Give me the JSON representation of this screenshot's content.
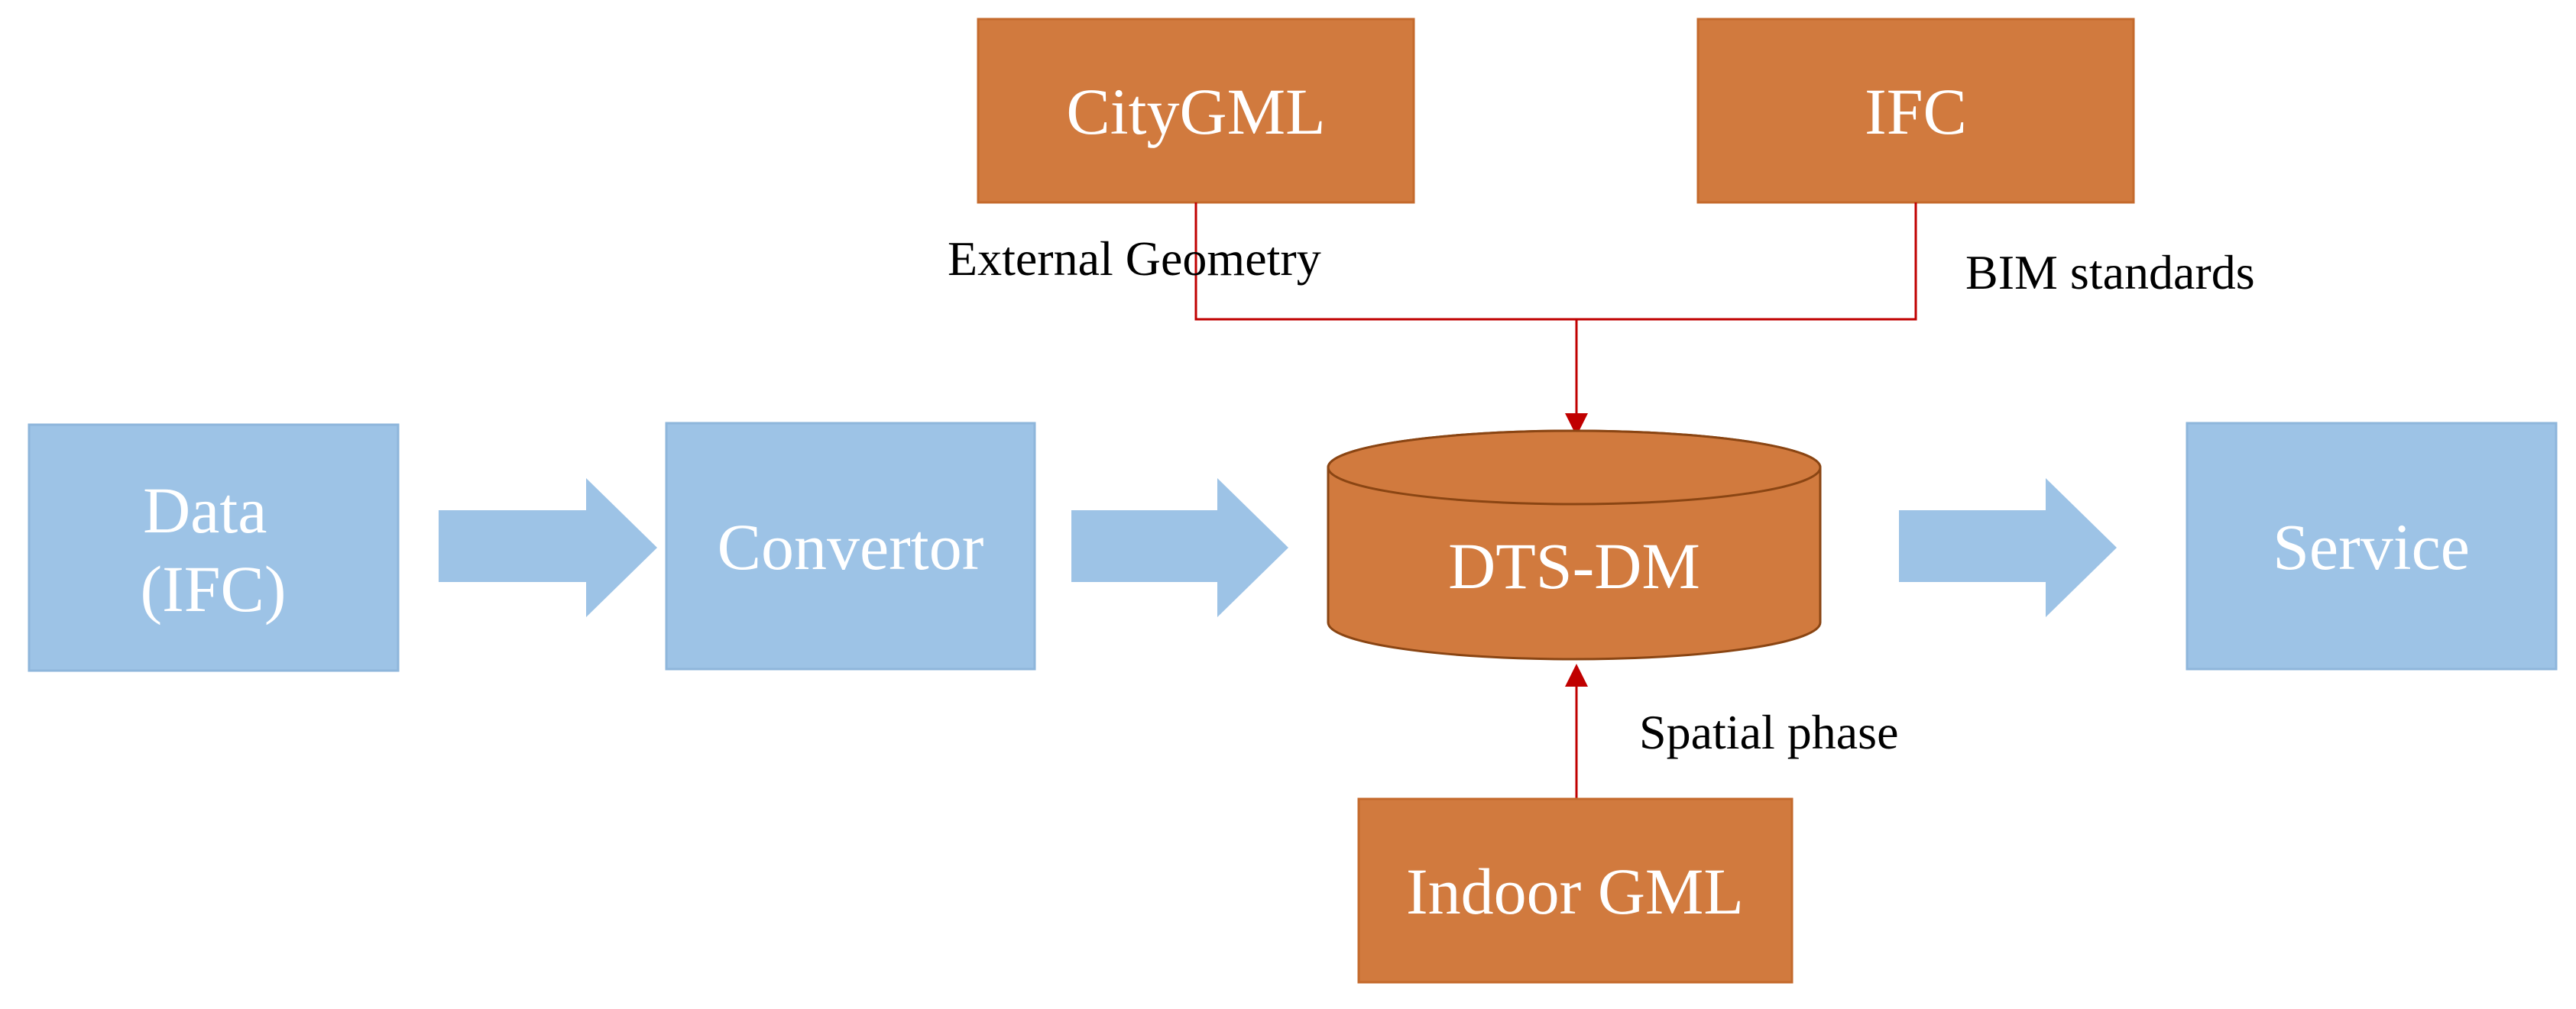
{
  "nodes": {
    "data": {
      "line1": "Data",
      "line2": "(IFC)"
    },
    "convertor": {
      "label": "Convertor"
    },
    "dts_dm": {
      "label": "DTS-DM"
    },
    "service": {
      "label": "Service"
    },
    "citygml": {
      "label": "CityGML"
    },
    "ifc": {
      "label": "IFC"
    },
    "indoor_gml": {
      "label": "Indoor GML"
    }
  },
  "edge_labels": {
    "external_geometry": "External Geometry",
    "bim_standards": "BIM standards",
    "spatial_phase": "Spatial phase"
  },
  "colors": {
    "blue_box": "#9DC3E6",
    "orange_box": "#D17A3E",
    "connector": "#C00000",
    "text_light": "#FFFFFF",
    "text_dark": "#000000"
  }
}
